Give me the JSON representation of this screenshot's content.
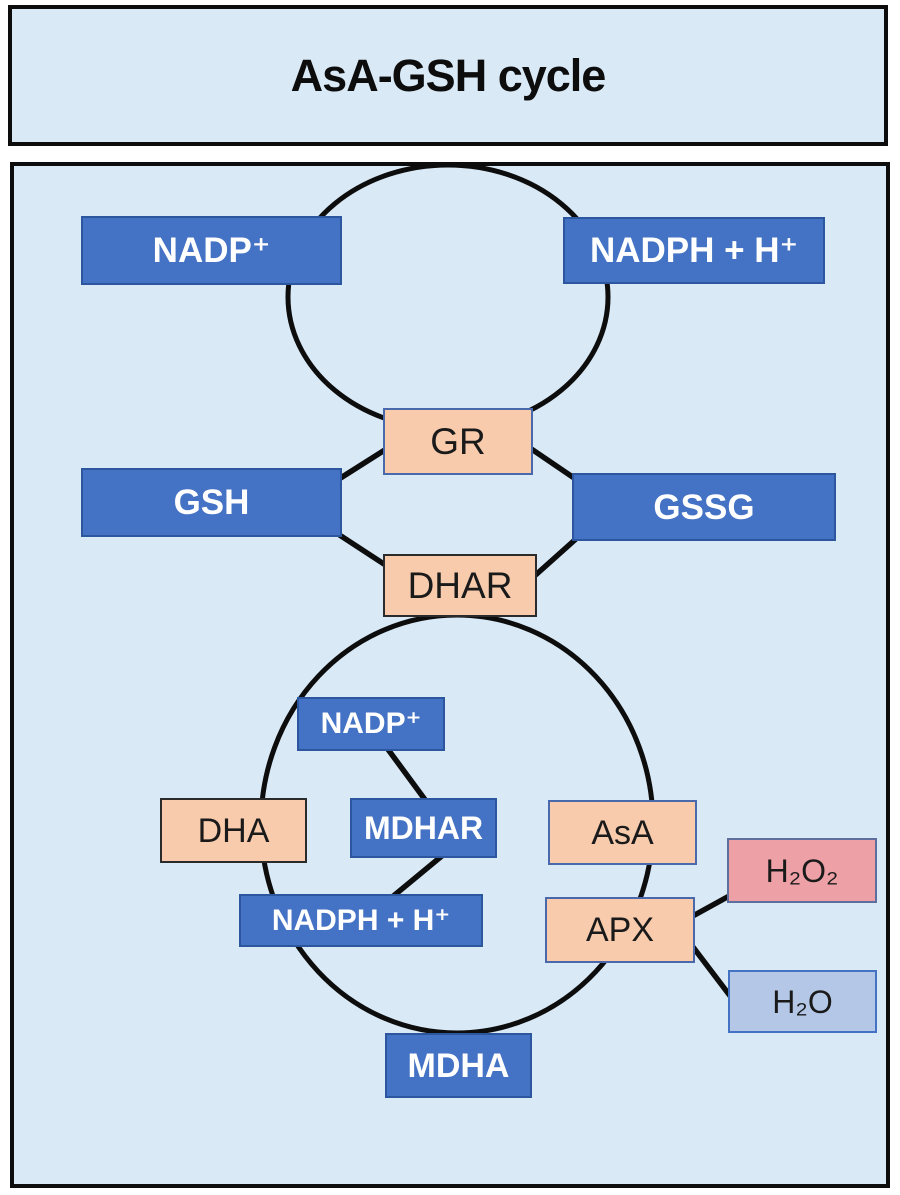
{
  "title": "AsA-GSH cycle",
  "nodes": {
    "nadp_top": "NADP⁺",
    "nadph_top": "NADPH + H⁺",
    "gr": "GR",
    "gsh": "GSH",
    "gssg": "GSSG",
    "dhar": "DHAR",
    "nadp_lower": "NADP⁺",
    "dha": "DHA",
    "mdhar": "MDHAR",
    "asa": "AsA",
    "nadph_lower": "NADPH + H⁺",
    "apx": "APX",
    "h2o2": "H₂O₂",
    "h2o": "H₂O",
    "mdha": "MDHA"
  },
  "connections": [
    {
      "from": "GSH",
      "to": "GR"
    },
    {
      "from": "GR",
      "to": "GSSG"
    },
    {
      "from": "GSH",
      "to": "DHAR"
    },
    {
      "from": "DHAR",
      "to": "GSSG"
    },
    {
      "from": "NADP⁺",
      "to": "MDHAR"
    },
    {
      "from": "MDHAR",
      "to": "NADPH + H⁺"
    },
    {
      "from": "APX",
      "to": "H₂O₂"
    },
    {
      "from": "APX",
      "to": "H₂O"
    }
  ],
  "cycles": [
    {
      "name": "glutathione-regeneration-loop",
      "through": [
        "NADP⁺",
        "NADPH + H⁺",
        "GR"
      ]
    },
    {
      "name": "ascorbate-loop",
      "through": [
        "DHAR",
        "NADP⁺",
        "DHA",
        "MDHAR",
        "NADPH + H⁺",
        "AsA",
        "APX",
        "MDHA"
      ]
    }
  ],
  "colors": {
    "page_background": "#ffffff",
    "panel_background": "#d9e9f6",
    "metabolite_box_blue": "#4472c4",
    "metabolite_box_border": "#2c579e",
    "enzyme_box_peach": "#f8cbad",
    "enzyme_box_border_blue": "#4a69ad",
    "enzyme_box_border_dark": "#2b2b2b",
    "h2o2_box_pink": "#eda1a7",
    "h2o_box_lavender": "#b4c7e7",
    "outline_black": "#0d0d0d",
    "title_text": "#0d0d0d",
    "box_text_white": "#ffffff",
    "box_text_black": "#1a1a1a"
  }
}
